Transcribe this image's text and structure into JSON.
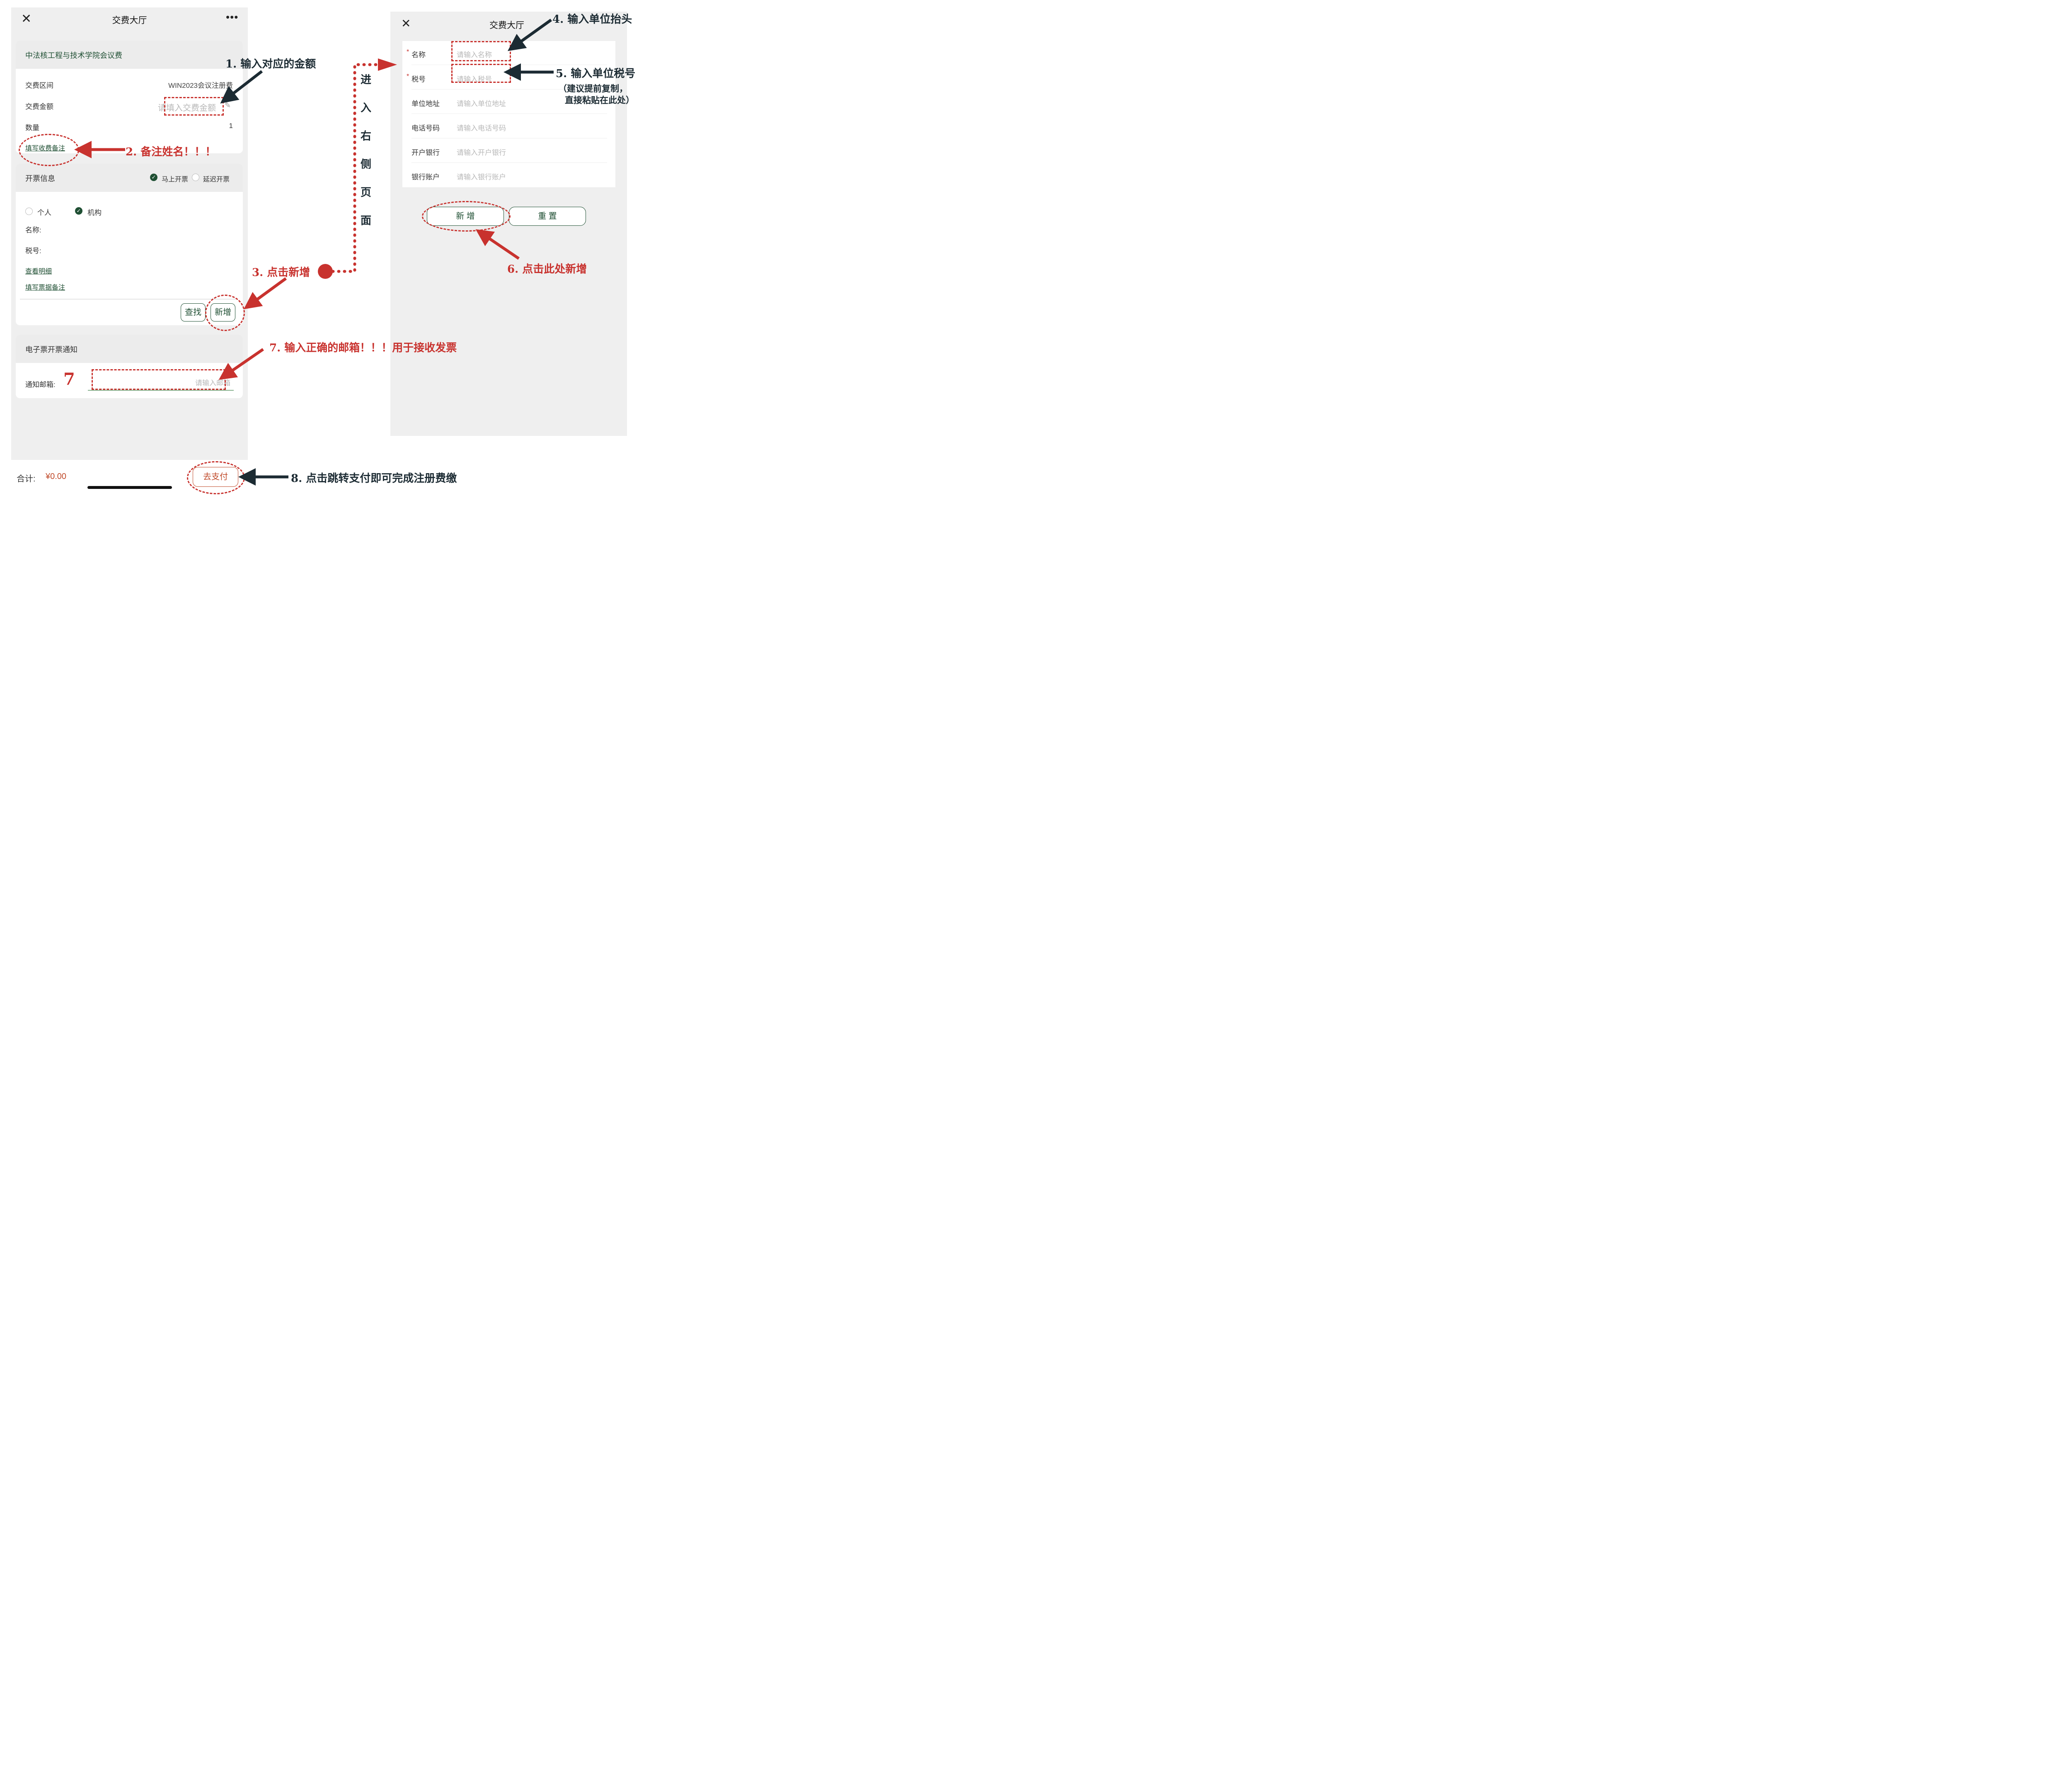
{
  "left": {
    "title": "交费大厅",
    "close_icon": "close-icon",
    "more_icon": "more-dots-icon",
    "fee_title": "中法核工程与技术学院会议费",
    "period_label": "交费区间",
    "period_value": "WIN2023会议注册费",
    "amount_label": "交费金额",
    "amount_placeholder": "请填入交费金额",
    "qty_label": "数量",
    "qty_value": "1",
    "remark_link": "填写收费备注",
    "invoice_title": "开票信息",
    "opt_now": "马上开票",
    "opt_later": "延迟开票",
    "type_person": "个人",
    "type_org": "机构",
    "name_label": "名称:",
    "tax_label": "税号:",
    "detail_link": "查看明细",
    "invoice_remark_link": "填写票据备注",
    "find_btn": "查找",
    "add_btn": "新增",
    "notice_title": "电子票开票通知",
    "email_label": "通知邮箱:",
    "email_placeholder": "请输入邮箱",
    "total_label": "合计:",
    "total_value": "¥0.00",
    "pay_btn": "去支付"
  },
  "right": {
    "title": "交费大厅",
    "close_icon": "close-icon",
    "fields": [
      {
        "label": "名称",
        "required": true,
        "placeholder": "请输入名称"
      },
      {
        "label": "税号",
        "required": true,
        "placeholder": "请输入税号"
      },
      {
        "label": "单位地址",
        "required": false,
        "placeholder": "请输入单位地址"
      },
      {
        "label": "电话号码",
        "required": false,
        "placeholder": "请输入电话号码"
      },
      {
        "label": "开户银行",
        "required": false,
        "placeholder": "请输入开户银行"
      },
      {
        "label": "银行账户",
        "required": false,
        "placeholder": "请输入银行账户"
      }
    ],
    "add_btn": "新 增",
    "reset_btn": "重 置"
  },
  "annotations": {
    "a1": "1. 输入对应的金额",
    "a2": "2. 备注姓名！！！",
    "a3": "3. 点击新增",
    "a4": "4. 输入单位抬头",
    "a5": "5. 输入单位税号",
    "a5b": "（建议提前复制，",
    "a5c": "直接粘贴在此处）",
    "a6": "6. 点击此处新增",
    "a7": "7. 输入正确的邮箱！！！用于接收发票",
    "a7num": "7",
    "a8": "8. 点击跳转支付即可完成注册费缴",
    "vertical": [
      "进",
      "入",
      "右",
      "侧",
      "页",
      "面"
    ]
  },
  "colors": {
    "brand_green": "#1f4f33",
    "annotation_red": "#c8322e",
    "annotation_dark": "#1c2b33"
  }
}
